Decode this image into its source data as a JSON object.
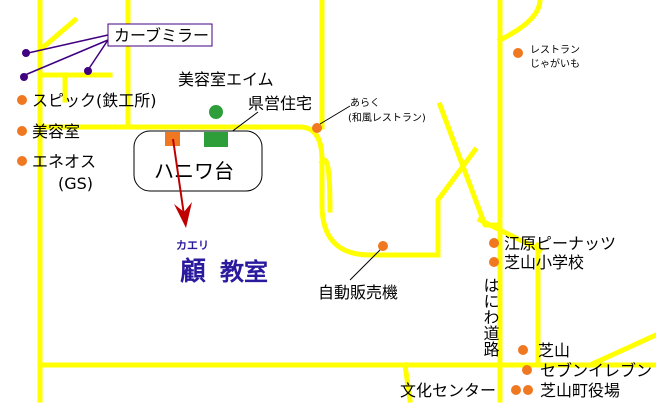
{
  "map": {
    "colors": {
      "road": "#ffff00",
      "landmark": "#f07820",
      "mirror": "#400080",
      "park": "#2e9e3a",
      "arrow": "#c00000",
      "school": "#2a1a9e"
    },
    "curve_mirror_label": "カーブミラー",
    "haniwa_label": "ハニワ台",
    "school": {
      "furigana": "カエリ",
      "kanji": "顧",
      "name": "教室"
    },
    "landmarks": {
      "spick": "スピック(鉄工所)",
      "biyoushitsu": "美容室",
      "eneos": "エネオス",
      "gs": "(GS)",
      "beauty_aim": "美容室エイム",
      "kenei": "県営住宅",
      "araku": "あらく",
      "araku_sub": "(和風レストラン)",
      "restaurant": "レストラン",
      "jagaimo": "じゃがいも",
      "ehara": "江原ピーナッツ",
      "shibayama_school": "芝山小学校",
      "vending": "自動販売機",
      "haniwa_road": "はにわ道路",
      "shibayama": "芝山",
      "seven": "セブンイレブン",
      "bunka": "文化センター",
      "townhall": "芝山町役場"
    }
  }
}
